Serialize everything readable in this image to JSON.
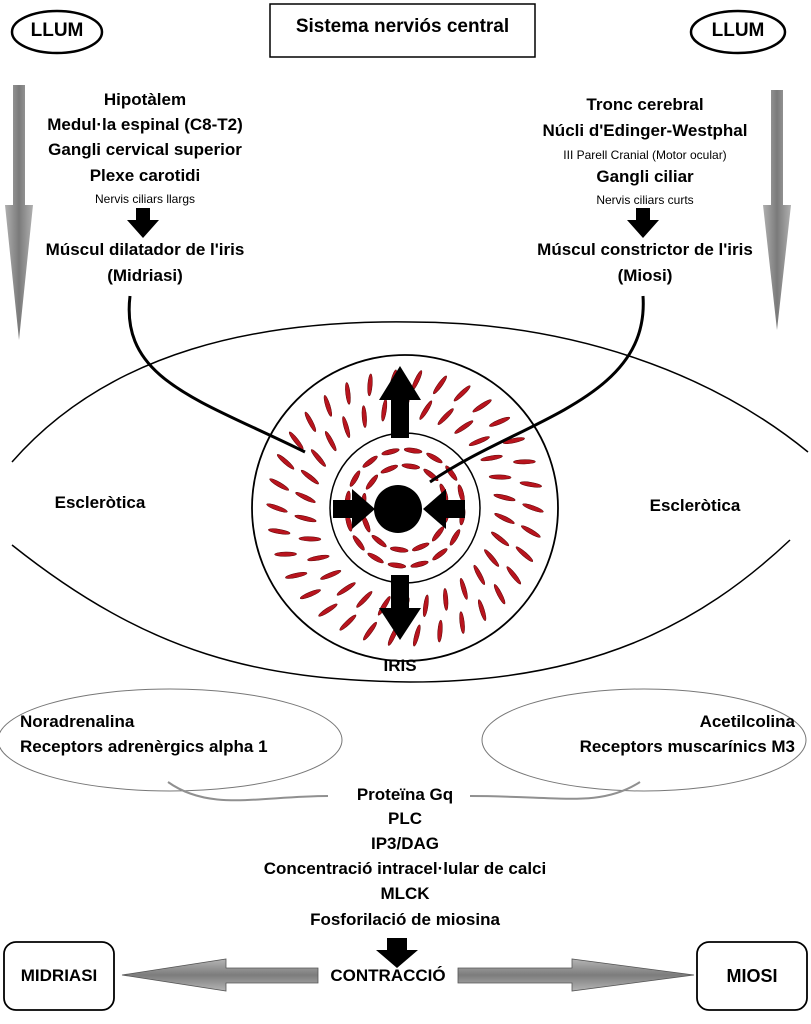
{
  "title": "Sistema nerviós central",
  "light_labels": {
    "left": "LLUM",
    "right": "LLUM"
  },
  "left_pathway": {
    "items": [
      "Hipotàlem",
      "Medul·la espinal (C8-T2)",
      "Gangli cervical superior",
      "Plexe carotidi"
    ],
    "note": "Nervis ciliars llargs",
    "muscle": "Múscul dilatador de l'iris",
    "effect": "(Midriasi)"
  },
  "right_pathway": {
    "items": [
      "Tronc cerebral",
      "Núcli d'Edinger-Westphal"
    ],
    "note_nerve": "III Parell Cranial (Motor ocular)",
    "ganglion": "Gangli ciliar",
    "note": "Nervis ciliars curts",
    "muscle": "Múscul constrictor de l'iris",
    "effect": "(Miosi)"
  },
  "eye": {
    "sclera_left": "Escleròtica",
    "sclera_right": "Escleròtica",
    "iris_label": "IRIS"
  },
  "receptors": {
    "left": {
      "ligand": "Noradrenalina",
      "receptor": "Receptors adrenèrgics alpha 1"
    },
    "right": {
      "ligand": "Acetilcolina",
      "receptor": "Receptors muscarínics M3"
    }
  },
  "cascade": [
    "Proteïna Gq",
    "PLC",
    "IP3/DAG",
    "Concentració intracel·lular de calci",
    "MLCK",
    "Fosforilació de miosina"
  ],
  "outcome": {
    "center": "CONTRACCIÓ",
    "left": "MIDRIASI",
    "right": "MIOSI"
  },
  "colors": {
    "muscle_red": "#b8141e",
    "arrow_gray": "#8a8a8a",
    "line_gray": "#909090"
  }
}
